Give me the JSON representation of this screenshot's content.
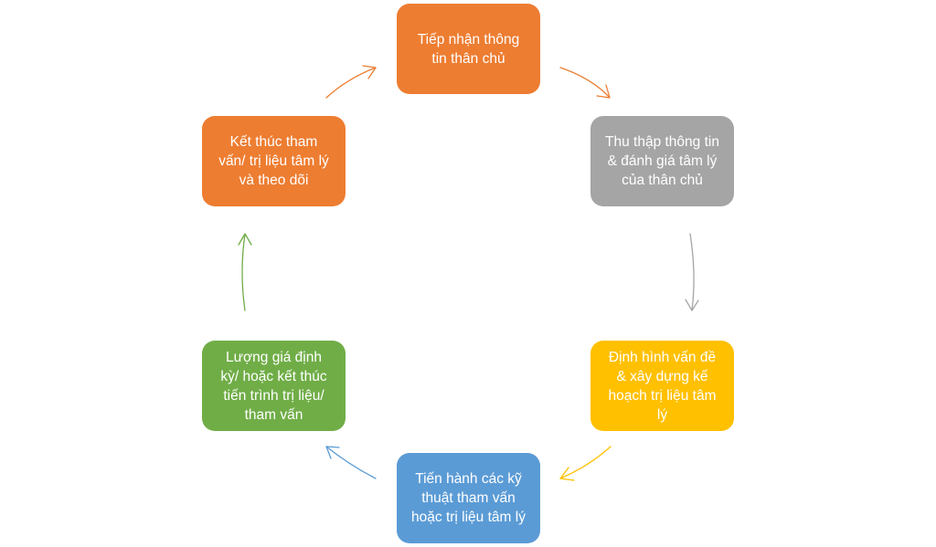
{
  "cycle": {
    "steps": [
      {
        "label": "Tiếp nhận thông tin thân chủ",
        "color": "#ED7D31"
      },
      {
        "label": "Thu thập thông tin & đánh giá tâm lý của thân chủ",
        "color": "#A5A5A5"
      },
      {
        "label": "Định hình vấn đề & xây dựng kế hoạch trị liệu tâm lý",
        "color": "#FFC000"
      },
      {
        "label": "Tiến hành các kỹ thuật tham vấn hoặc trị liệu tâm lý",
        "color": "#5B9BD5"
      },
      {
        "label": "Lượng giá định kỳ/ hoặc kết thúc tiến trình trị liệu/ tham vấn",
        "color": "#70AD47"
      },
      {
        "label": "Kết thúc tham vấn/ trị liệu tâm lý và theo dõi",
        "color": "#ED7D31"
      }
    ]
  }
}
